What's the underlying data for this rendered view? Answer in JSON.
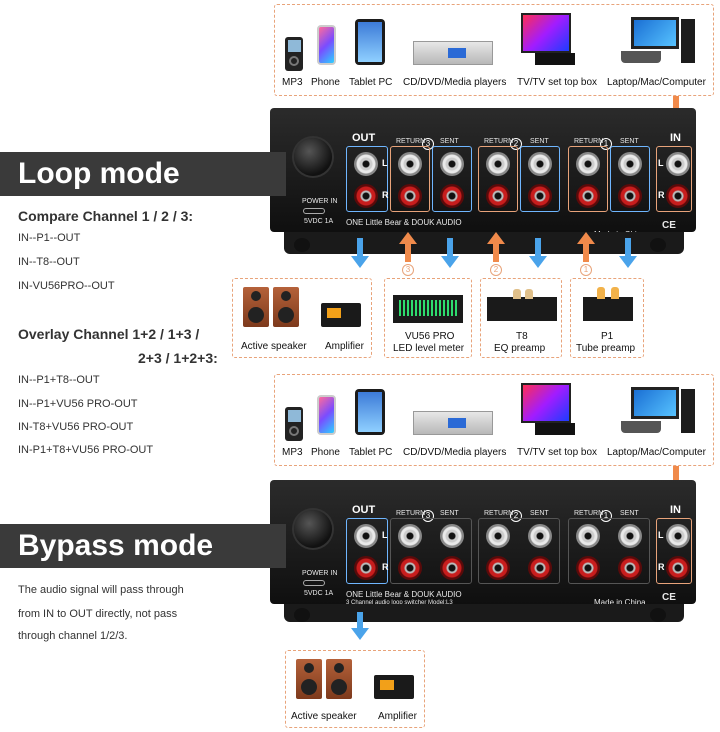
{
  "sources": {
    "items": [
      {
        "label": "MP3"
      },
      {
        "label": "Phone"
      },
      {
        "label": "Tablet PC"
      },
      {
        "label": "CD/DVD/Media players"
      },
      {
        "label": "TV/TV set top box"
      },
      {
        "label": "Laptop/Mac/Computer"
      }
    ]
  },
  "device": {
    "out_label": "OUT",
    "in_label": "IN",
    "return_label": "RETURN",
    "sent_label": "SENT",
    "ch1": "1",
    "ch2": "2",
    "ch3": "3",
    "l": "L",
    "r": "R",
    "power": "POWER IN",
    "power_spec": "5VDC 1A",
    "brand": "ONE Little Bear & DOUK AUDIO",
    "model": "3  Channel audio loop switcher  Model:L3",
    "made_in": "Made in China",
    "ce": "CE"
  },
  "loop": {
    "title": "Loop mode",
    "compare_heading": "Compare Channel 1 / 2 / 3:",
    "compare_lines": [
      "IN--P1--OUT",
      "IN--T8--OUT",
      "IN-VU56PRO--OUT"
    ],
    "overlay_heading_1": "Overlay Channel 1+2 / 1+3 /",
    "overlay_heading_2": "2+3 / 1+2+3:",
    "overlay_lines": [
      "IN--P1+T8--OUT",
      "IN--P1+VU56 PRO-OUT",
      "IN-T8+VU56 PRO-OUT",
      "IN-P1+T8+VU56 PRO-OUT"
    ],
    "out_devices": [
      {
        "label": "Active speaker"
      },
      {
        "label": "Amplifier"
      }
    ],
    "vu56": {
      "line1": "VU56 PRO",
      "line2": "LED level meter"
    },
    "t8": {
      "line1": "T8",
      "line2": "EQ preamp"
    },
    "p1": {
      "line1": "P1",
      "line2": "Tube preamp"
    },
    "arrow_nums": [
      "3",
      "2",
      "1"
    ]
  },
  "bypass": {
    "title": "Bypass mode",
    "desc_lines": [
      "The audio signal will pass through",
      "from IN to OUT directly, not pass",
      "through channel 1/2/3."
    ],
    "out_devices": [
      {
        "label": "Active speaker"
      },
      {
        "label": "Amplifier"
      }
    ]
  },
  "colors": {
    "accent_orange": "#f08a4b",
    "accent_blue": "#4aa3ea",
    "banner_bg": "#3a3a3a"
  }
}
